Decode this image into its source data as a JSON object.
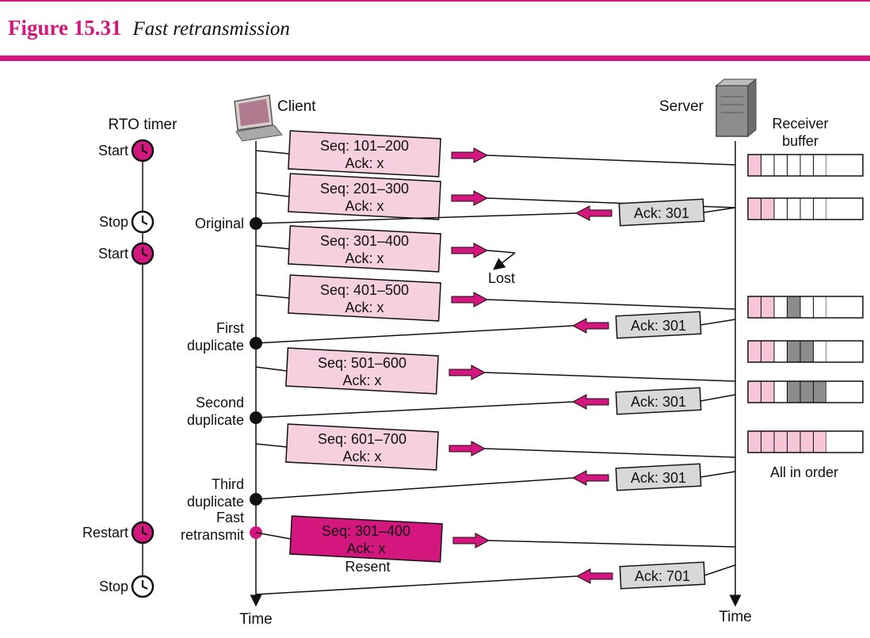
{
  "figure": {
    "number": "Figure 15.31",
    "title": "Fast retransmission"
  },
  "colors": {
    "accent": "#d4177e",
    "segment_fill": "#f6d0de",
    "retransmit_fill": "#d4177e",
    "ack_fill": "#d8d8d8",
    "buffer_pink": "#f6c6d8",
    "buffer_gray": "#8c8c8c"
  },
  "labels": {
    "client": "Client",
    "server": "Server",
    "rto_timer": "RTO timer",
    "receiver_buffer_1": "Receiver",
    "receiver_buffer_2": "buffer",
    "time": "Time",
    "lost": "Lost",
    "resent": "Resent",
    "all_in_order": "All in order"
  },
  "timer_events": [
    "Start",
    "Stop",
    "Start",
    "Restart",
    "Stop"
  ],
  "client_events": [
    {
      "lines": [
        "Original"
      ]
    },
    {
      "lines": [
        "First",
        "duplicate"
      ]
    },
    {
      "lines": [
        "Second",
        "duplicate"
      ]
    },
    {
      "lines": [
        "Third",
        "duplicate"
      ]
    },
    {
      "lines": [
        "Fast",
        "retransmit"
      ]
    }
  ],
  "segments": [
    {
      "seq": "Seq: 101–200",
      "ack": "Ack: x",
      "status": "delivered"
    },
    {
      "seq": "Seq: 201–300",
      "ack": "Ack: x",
      "status": "delivered"
    },
    {
      "seq": "Seq: 301–400",
      "ack": "Ack: x",
      "status": "lost"
    },
    {
      "seq": "Seq: 401–500",
      "ack": "Ack: x",
      "status": "delivered"
    },
    {
      "seq": "Seq: 501–600",
      "ack": "Ack: x",
      "status": "delivered"
    },
    {
      "seq": "Seq: 601–700",
      "ack": "Ack: x",
      "status": "delivered"
    },
    {
      "seq": "Seq: 301–400",
      "ack": "Ack: x",
      "status": "retransmitted"
    }
  ],
  "acks": [
    "Ack: 301",
    "Ack: 301",
    "Ack: 301",
    "Ack: 301",
    "Ack: 701"
  ],
  "buffer_states": [
    [
      "pink",
      "empty",
      "empty",
      "empty",
      "empty",
      "empty",
      "empty"
    ],
    [
      "pink",
      "pink",
      "empty",
      "empty",
      "empty",
      "empty",
      "empty"
    ],
    [
      "pink",
      "pink",
      "empty",
      "gray",
      "empty",
      "empty",
      "empty"
    ],
    [
      "pink",
      "pink",
      "empty",
      "gray",
      "gray",
      "empty",
      "empty"
    ],
    [
      "pink",
      "pink",
      "empty",
      "gray",
      "gray",
      "gray",
      "empty"
    ],
    [
      "pink",
      "pink",
      "pink",
      "pink",
      "pink",
      "pink",
      "empty"
    ]
  ]
}
